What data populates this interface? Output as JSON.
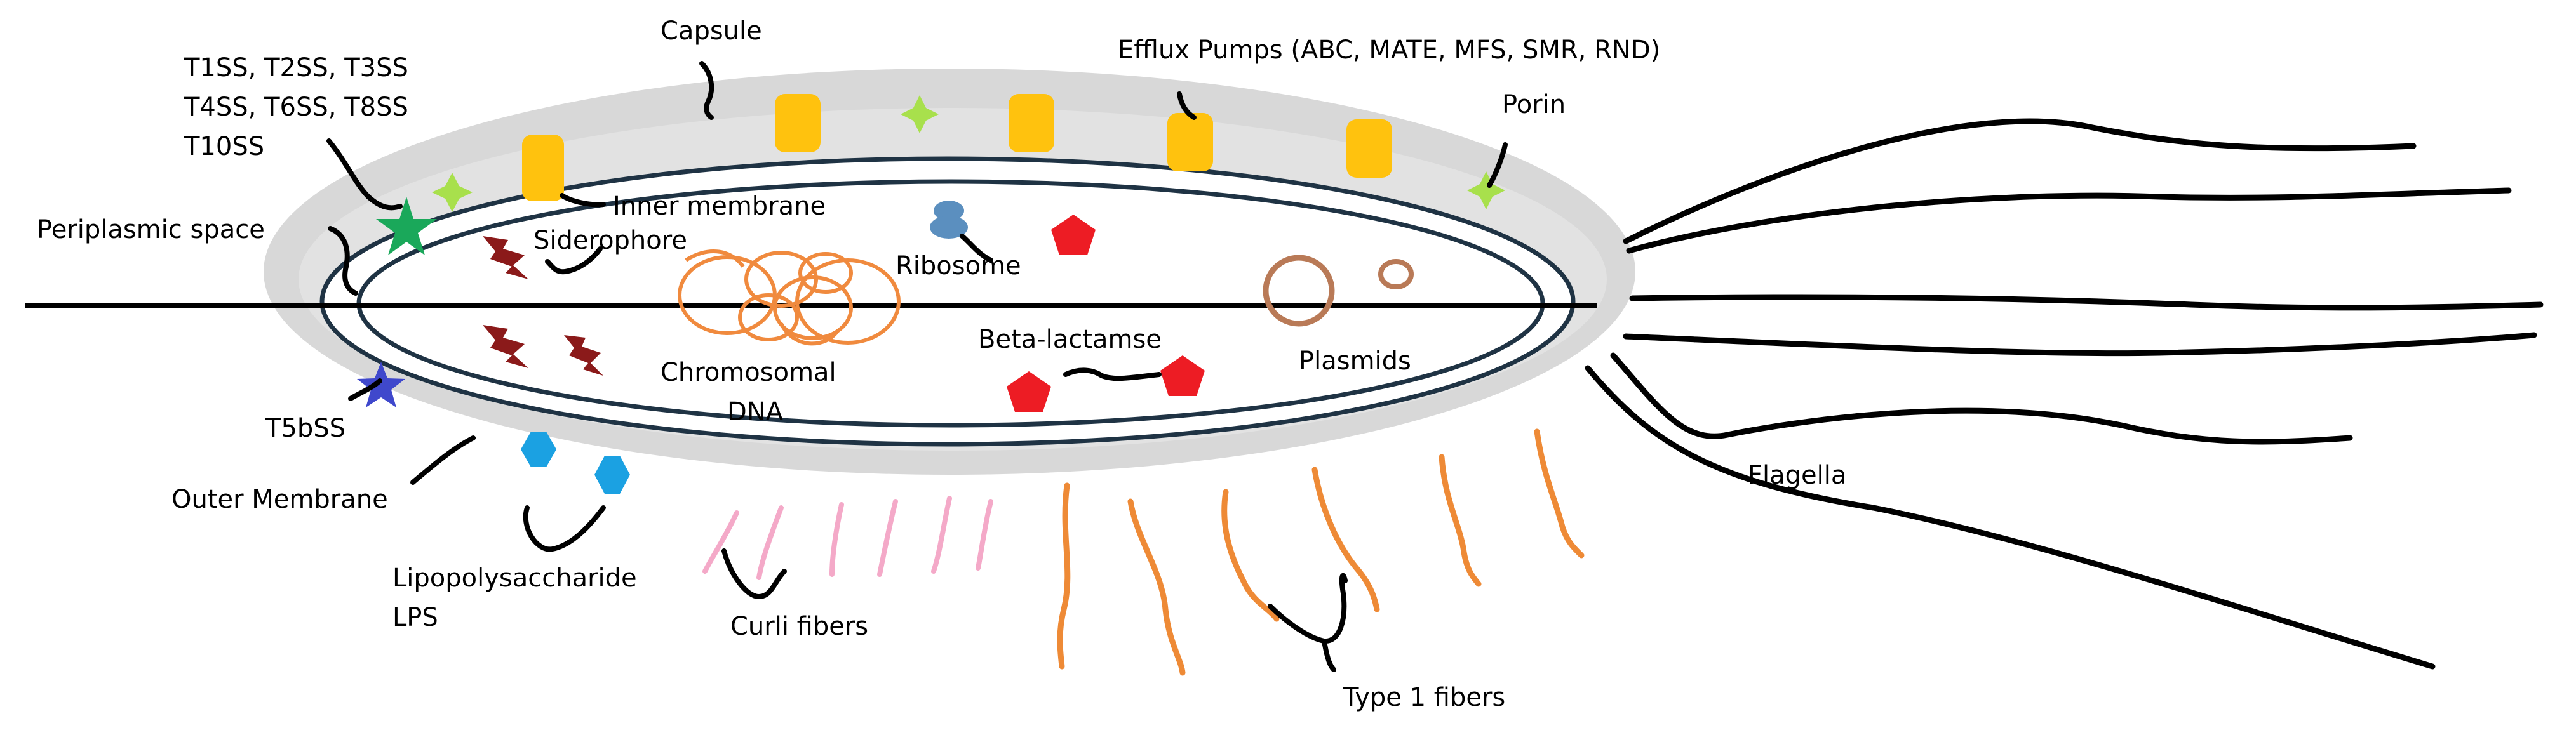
{
  "labels": {
    "capsule": "Capsule",
    "secretion_line1": "T1SS, T2SS, T3SS",
    "secretion_line2": "T4SS, T6SS, T8SS",
    "secretion_line3": "T10SS",
    "periplasmic_space": "Periplasmic space",
    "inner_membrane": "Inner membrane",
    "siderophore": "Siderophore",
    "efflux_pumps": "Efflux Pumps (ABC, MATE, MFS, SMR, RND)",
    "porin": "Porin",
    "ribosome": "Ribosome",
    "chromosomal_line1": "Chromosomal",
    "chromosomal_line2": "DNA",
    "beta_lactamase": "Beta-lactamse",
    "plasmids": "Plasmids",
    "t5bss": "T5bSS",
    "outer_membrane": "Outer Membrane",
    "lps_line1": "Lipopolysaccharide",
    "lps_line2": "LPS",
    "curli_fibers": "Curli fibers",
    "type1_fibers": "Type 1 fibers",
    "flagella": "Flagella"
  },
  "colors": {
    "capsule": "#d4d4d4",
    "membrane": "#1f3344",
    "efflux_pump": "#ffc20e",
    "porin": "#a8e04c",
    "secretion_star": "#1aa85a",
    "t5bss_star": "#3f48cc",
    "siderophore": "#8b1a1a",
    "ribosome": "#5b8fbf",
    "beta_lactamase": "#ed1c24",
    "lps": "#1ba1e2",
    "dna": "#f08a3e",
    "plasmid": "#b97a57",
    "curli": "#f4a9c8",
    "type1": "#ee8a36"
  }
}
